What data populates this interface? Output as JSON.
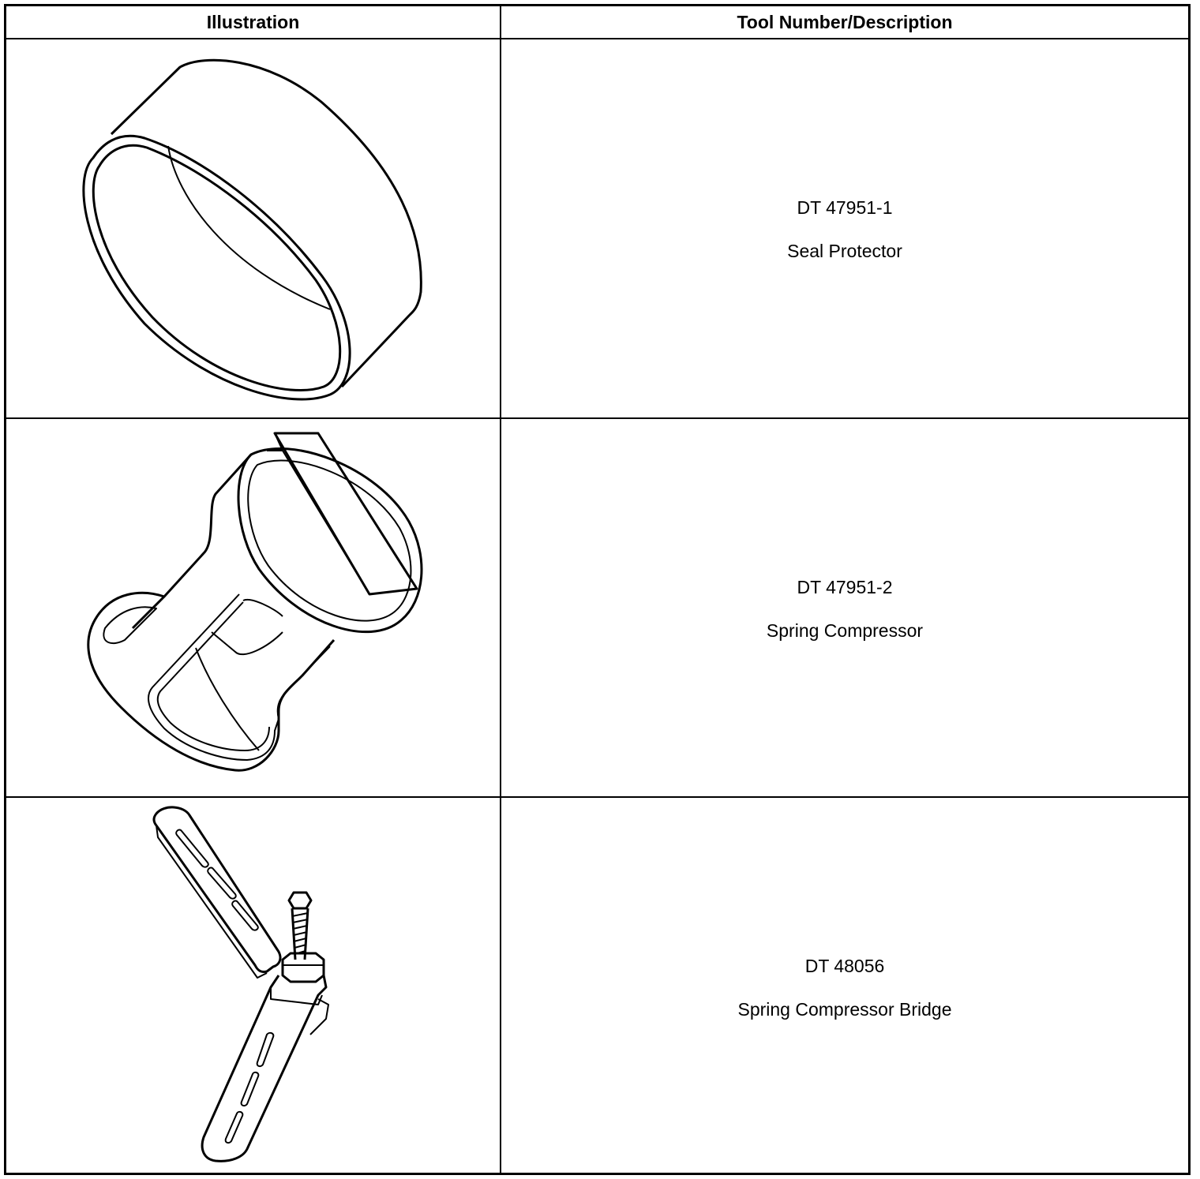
{
  "table": {
    "headers": {
      "illustration": "Illustration",
      "tool": "Tool Number/Description"
    },
    "rows": [
      {
        "tool_number": "DT 47951-1",
        "description": "Seal Protector",
        "illustration_icon": "seal-protector-icon"
      },
      {
        "tool_number": "DT 47951-2",
        "description": "Spring Compressor",
        "illustration_icon": "spring-compressor-icon"
      },
      {
        "tool_number": "DT 48056",
        "description": "Spring Compressor Bridge",
        "illustration_icon": "spring-compressor-bridge-icon"
      }
    ]
  }
}
